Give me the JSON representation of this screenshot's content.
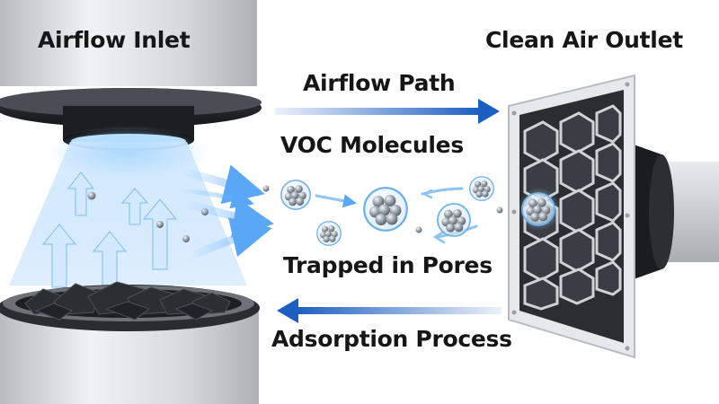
{
  "labels": {
    "inlet": "Airflow Inlet",
    "outlet": "Clean Air Outlet",
    "path": "Airflow Path",
    "voc": "VOC Molecules",
    "trapped": "Trapped in Pores",
    "adsorption": "Adsorption Process"
  },
  "colors": {
    "arrow_blue": "#1d5fc0",
    "airflow_glow": "#9fd0ff",
    "pipe_metal": "#d9dcdf",
    "carbon": "#2b2e33",
    "frame": "#e6e8ea"
  },
  "icons": {
    "molecule": "voc-molecule-cluster-icon",
    "carbon": "activated-carbon-granules-icon",
    "filter": "honeycomb-carbon-filter-icon"
  }
}
